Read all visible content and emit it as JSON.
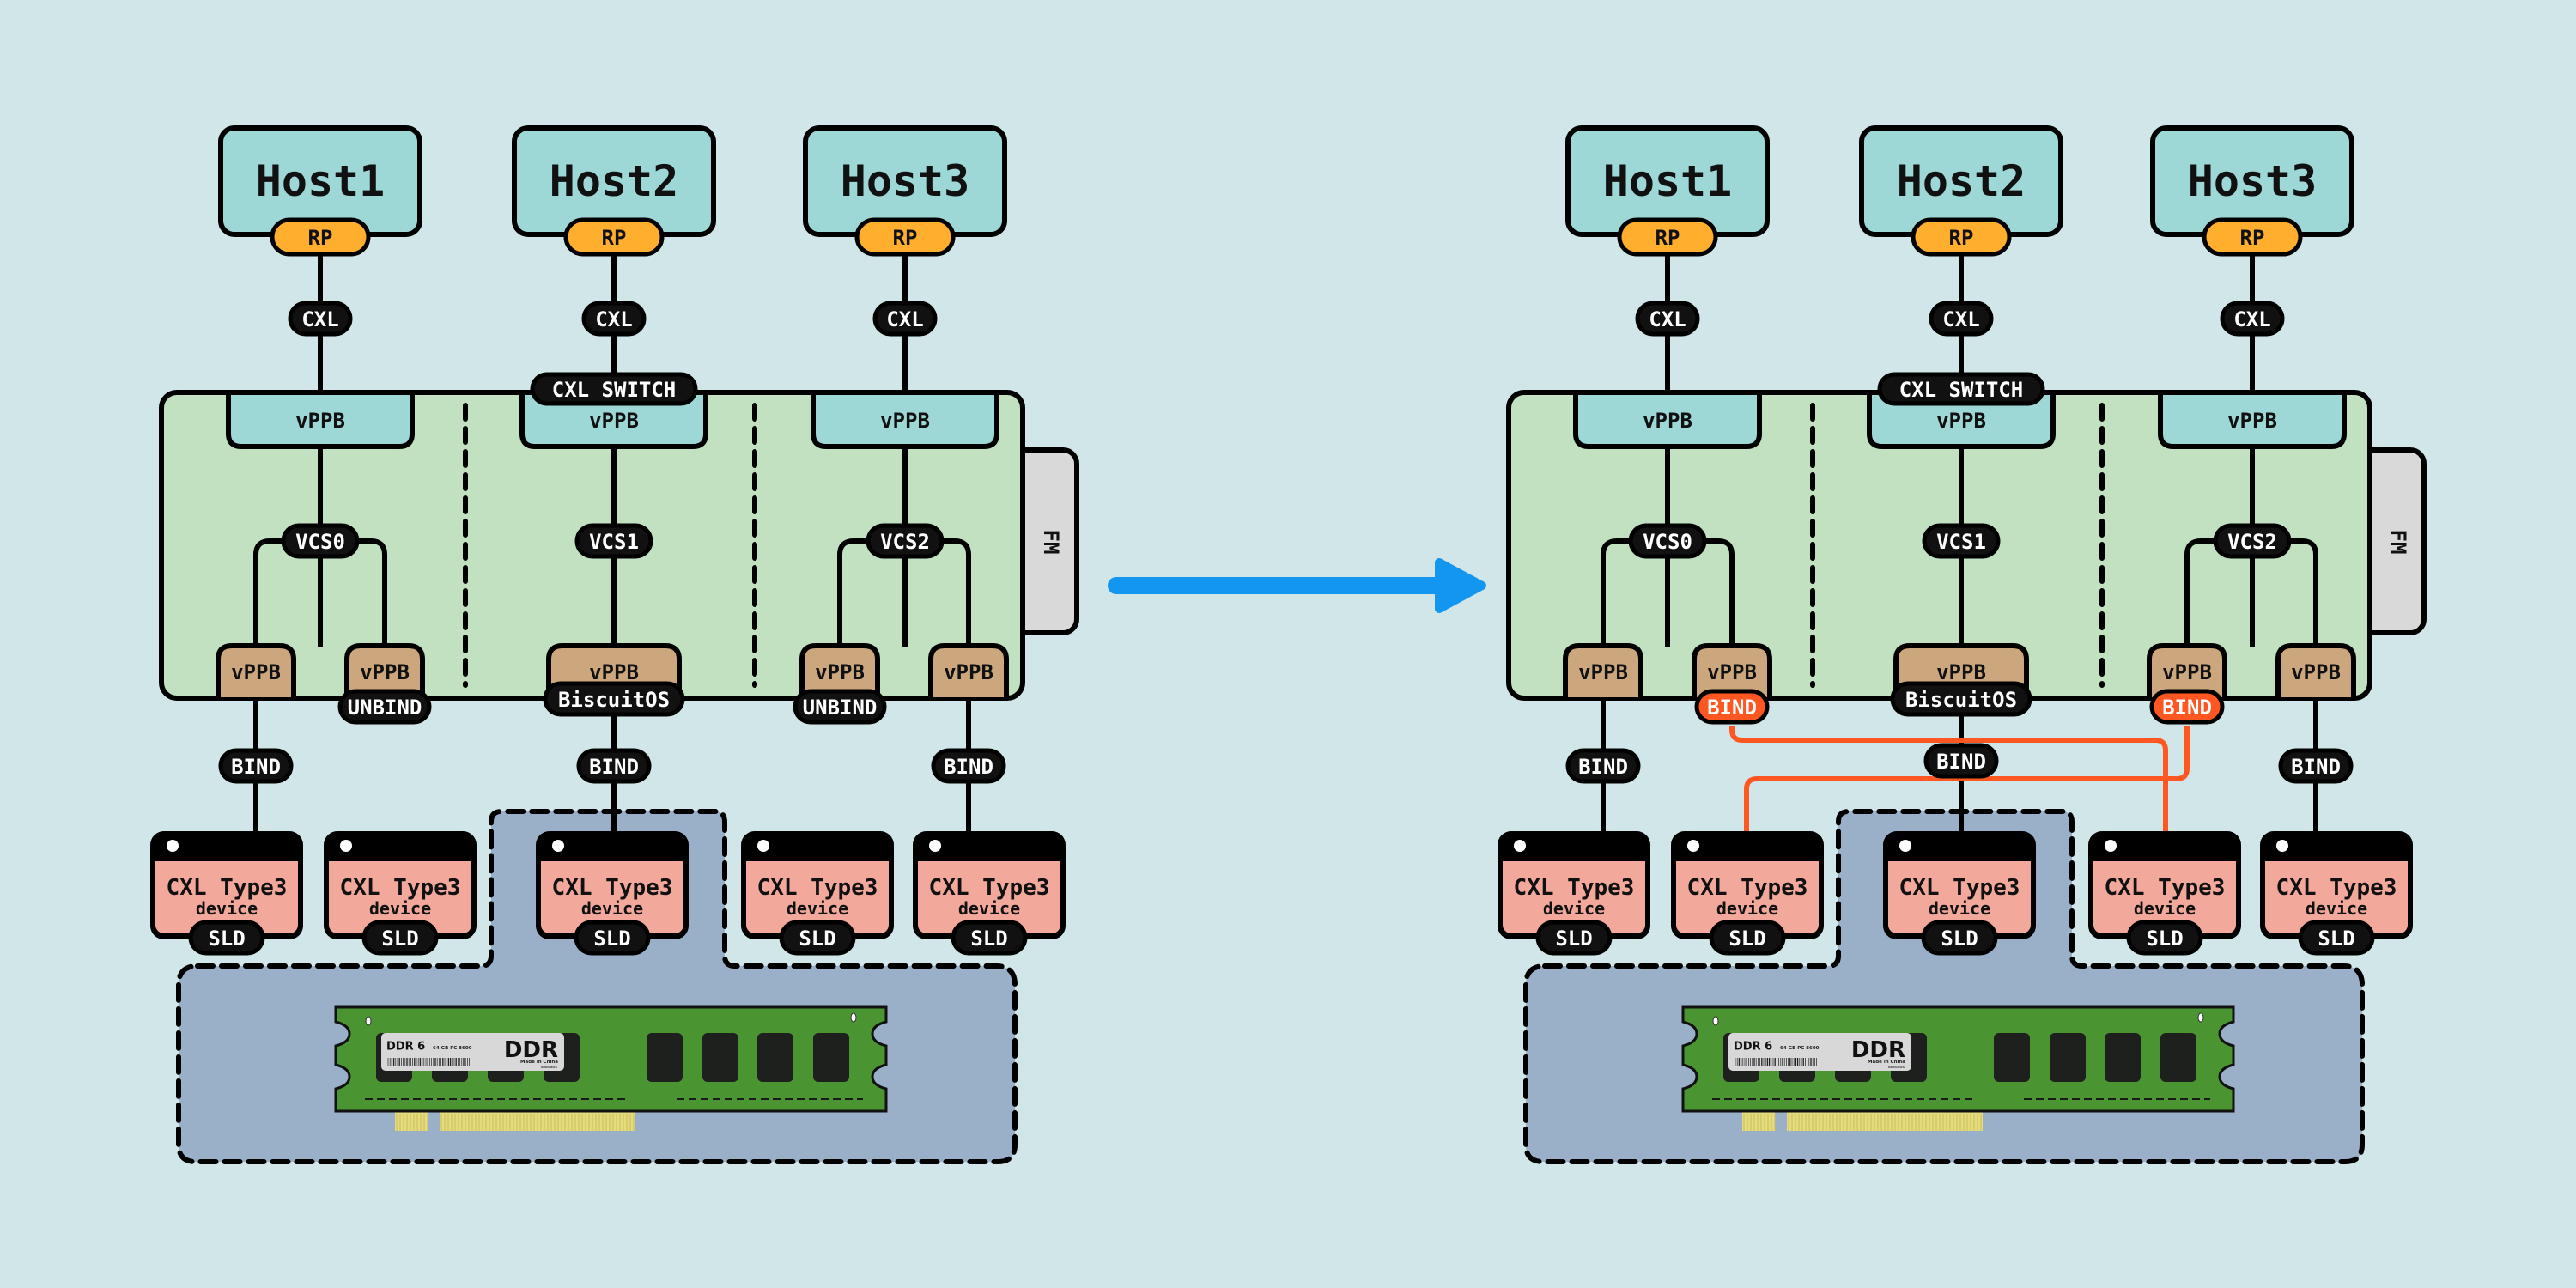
{
  "colors": {
    "background": "#D1E6E8",
    "host_fill": "#9ED8D6",
    "rp_fill": "#FFAE2E",
    "switch_fill": "#C1E1C1",
    "upstream_vppb_fill": "#9ED8D6",
    "downstream_vppb_fill": "#CCA77E",
    "fm_fill": "#D9D9D9",
    "device_fill": "#F2A99C",
    "pool_fill": "#9AAFC8",
    "pill_fill": "#111111",
    "pill_text": "#FFFFFF",
    "bind_active_fill": "#FF5722",
    "arrow": "#1296F0",
    "dimm_board": "#4A9532",
    "dimm_chip": "#1E201E",
    "dimm_label": "#D8D8D8",
    "dimm_contacts": "#E3DB7C",
    "stroke": "#000000"
  },
  "arrow": {
    "icon": "arrow-right-icon",
    "meaning": "transition from before to after"
  },
  "panels": [
    {
      "id": "before",
      "hosts": [
        {
          "label": "Host1",
          "port": "RP",
          "link": "CXL"
        },
        {
          "label": "Host2",
          "port": "RP",
          "link": "CXL"
        },
        {
          "label": "Host3",
          "port": "RP",
          "link": "CXL"
        }
      ],
      "switch": {
        "label": "CXL SWITCH",
        "fm_label": "FM",
        "vcs": [
          {
            "label": "VCS0",
            "upstream": "vPPB",
            "downstream": [
              {
                "label": "vPPB",
                "tag": null
              },
              {
                "label": "vPPB",
                "tag": "UNBIND",
                "tag_style": "dark"
              }
            ]
          },
          {
            "label": "VCS1",
            "upstream": "vPPB",
            "downstream": [
              {
                "label": "vPPB",
                "tag": "BiscuitOS",
                "tag_style": "dark"
              }
            ]
          },
          {
            "label": "VCS2",
            "upstream": "vPPB",
            "downstream": [
              {
                "label": "vPPB",
                "tag": "UNBIND",
                "tag_style": "dark"
              },
              {
                "label": "vPPB",
                "tag": null
              }
            ]
          }
        ]
      },
      "bind_labels": [
        "BIND",
        "BIND",
        "BIND"
      ],
      "devices": [
        {
          "title": "CXL Type3",
          "subtitle": "device",
          "tag": "SLD"
        },
        {
          "title": "CXL Type3",
          "subtitle": "device",
          "tag": "SLD"
        },
        {
          "title": "CXL Type3",
          "subtitle": "device",
          "tag": "SLD"
        },
        {
          "title": "CXL Type3",
          "subtitle": "device",
          "tag": "SLD"
        },
        {
          "title": "CXL Type3",
          "subtitle": "device",
          "tag": "SLD"
        }
      ],
      "memory": {
        "label_left": "DDR 6",
        "label_spec": "64 GB PC 8600",
        "label_brand": "DDR",
        "label_origin": "Made in China",
        "label_maker": "BiscuitOS"
      }
    },
    {
      "id": "after",
      "hosts": [
        {
          "label": "Host1",
          "port": "RP",
          "link": "CXL"
        },
        {
          "label": "Host2",
          "port": "RP",
          "link": "CXL"
        },
        {
          "label": "Host3",
          "port": "RP",
          "link": "CXL"
        }
      ],
      "switch": {
        "label": "CXL SWITCH",
        "fm_label": "FM",
        "vcs": [
          {
            "label": "VCS0",
            "upstream": "vPPB",
            "downstream": [
              {
                "label": "vPPB",
                "tag": null
              },
              {
                "label": "vPPB",
                "tag": "BIND",
                "tag_style": "active"
              }
            ]
          },
          {
            "label": "VCS1",
            "upstream": "vPPB",
            "downstream": [
              {
                "label": "vPPB",
                "tag": "BiscuitOS",
                "tag_style": "dark"
              }
            ]
          },
          {
            "label": "VCS2",
            "upstream": "vPPB",
            "downstream": [
              {
                "label": "vPPB",
                "tag": "BIND",
                "tag_style": "active"
              },
              {
                "label": "vPPB",
                "tag": null
              }
            ]
          }
        ]
      },
      "bind_labels": [
        "BIND",
        "BIND",
        "BIND"
      ],
      "devices": [
        {
          "title": "CXL Type3",
          "subtitle": "device",
          "tag": "SLD"
        },
        {
          "title": "CXL Type3",
          "subtitle": "device",
          "tag": "SLD"
        },
        {
          "title": "CXL Type3",
          "subtitle": "device",
          "tag": "SLD"
        },
        {
          "title": "CXL Type3",
          "subtitle": "device",
          "tag": "SLD"
        },
        {
          "title": "CXL Type3",
          "subtitle": "device",
          "tag": "SLD"
        }
      ],
      "cross_binds": [
        {
          "from_vppb": "VCS0.downstream.1",
          "to_device": 4
        },
        {
          "from_vppb": "VCS2.downstream.0",
          "to_device": 2
        }
      ],
      "memory": {
        "label_left": "DDR 6",
        "label_spec": "64 GB PC 8600",
        "label_brand": "DDR",
        "label_origin": "Made in China",
        "label_maker": "BiscuitOS"
      }
    }
  ]
}
